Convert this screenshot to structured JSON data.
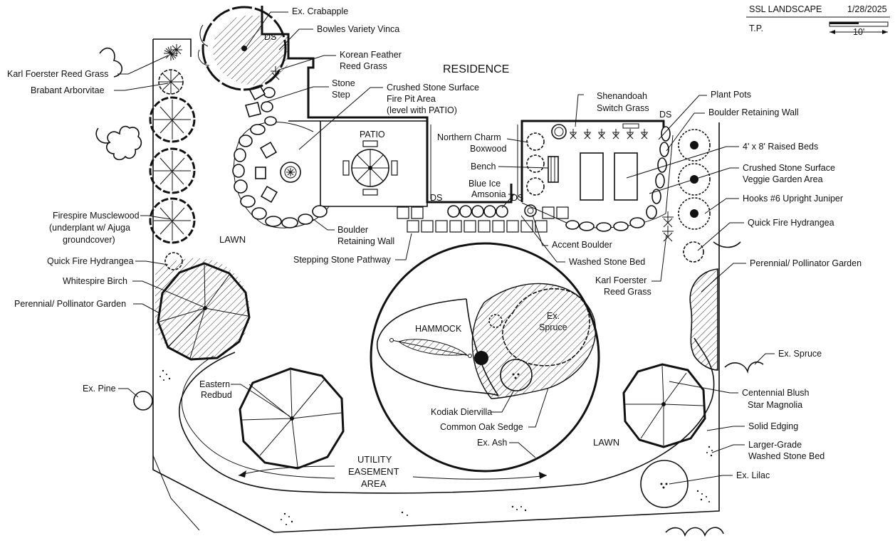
{
  "title_block": {
    "company": "SSL LANDSCAPE",
    "date": "1/28/2025",
    "designer": "T.P.",
    "scale_label": "10'"
  },
  "areas": {
    "residence": "RESIDENCE",
    "patio": "PATIO",
    "hammock": "HAMMOCK",
    "lawn_left": "LAWN",
    "lawn_right": "LAWN",
    "utility_1": "UTILITY",
    "utility_2": "EASEMENT",
    "utility_3": "AREA",
    "spruce_1": "Ex.",
    "spruce_2": "Spruce",
    "redbud_1": "Eastern",
    "redbud_2": "Redbud"
  },
  "callouts": {
    "crabapple": "Ex. Crabapple",
    "vinca": "Bowles Variety Vinca",
    "feather_1": "Korean Feather",
    "feather_2": "Reed Grass",
    "stone_step_1": "Stone",
    "stone_step_2": "Step",
    "firepit_1": "Crushed Stone Surface",
    "firepit_2": "Fire Pit Area",
    "firepit_3": "(level with PATIO)",
    "switch_1": "Shenandoah",
    "switch_2": "Switch Grass",
    "plant_pots": "Plant Pots",
    "boulder_wall_right": "Boulder Retaining Wall",
    "beds": "4' x 8' Raised Beds",
    "veggie_1": "Crushed Stone Surface",
    "veggie_2": "Veggie Garden Area",
    "juniper": "Hooks #6 Upright Juniper",
    "hydrangea_right": "Quick Fire Hydrangea",
    "pollinator_right": "Perennial/ Pollinator Garden",
    "boxwood_1": "Northern Charm",
    "boxwood_2": "Boxwood",
    "bench": "Bench",
    "amsonia_1": "Blue Ice",
    "amsonia_2": "Amsonia",
    "accent_boulder": "Accent Boulder",
    "washed_stone": "Washed Stone Bed",
    "kf_right_1": "Karl Foerster",
    "kf_right_2": "Reed Grass",
    "boulder_wall_left_1": "Boulder",
    "boulder_wall_left_2": "Retaining Wall",
    "stepping": "Stepping Stone Pathway",
    "kf_left": "Karl Foerster Reed Grass",
    "arborvitae": "Brabant Arborvitae",
    "musclewood_1": "Firespire Musclewood",
    "musclewood_2": "(underplant w/ Ajuga",
    "musclewood_3": "groundcover)",
    "hydrangea_left": "Quick Fire Hydrangea",
    "birch": "Whitespire Birch",
    "pollinator_left": "Perennial/ Pollinator Garden",
    "pine": "Ex. Pine",
    "ex_spruce": "Ex. Spruce",
    "magnolia_1": "Centennial Blush",
    "magnolia_2": "Star Magnolia",
    "edging": "Solid Edging",
    "larger_1": "Larger-Grade",
    "larger_2": "Washed Stone Bed",
    "lilac": "Ex. Lilac",
    "diervilla": "Kodiak Diervilla",
    "sedge": "Common Oak Sedge",
    "ash": "Ex. Ash",
    "ds_1": "DS",
    "ds_2": "DS",
    "ds_3": "DS",
    "ds_4": "DS"
  }
}
